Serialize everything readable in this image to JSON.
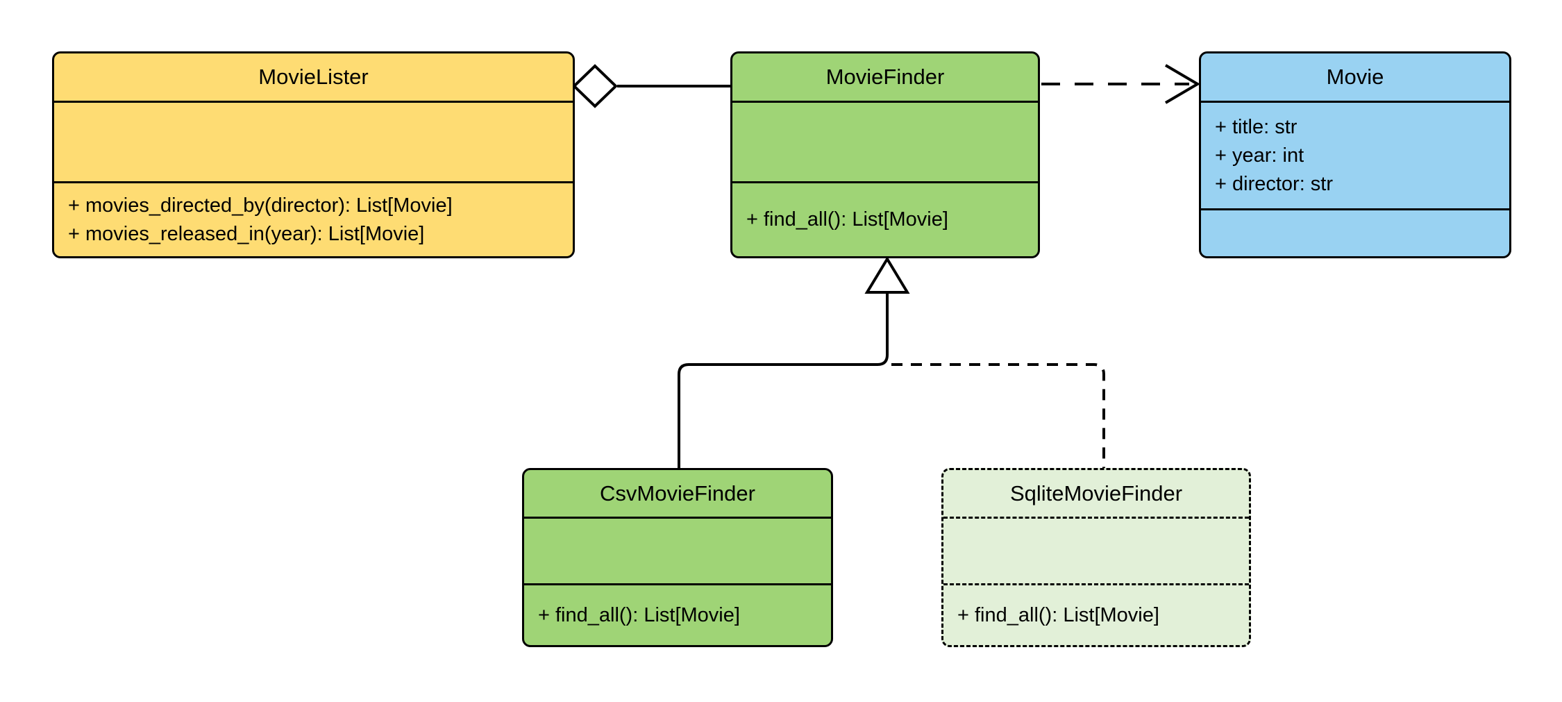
{
  "diagram": {
    "type": "uml-class-diagram",
    "background": "#ffffff",
    "text_color": "#000000",
    "line_color": "#000000",
    "hollow_fill": "#ffffff",
    "classes": [
      {
        "id": "movie_lister",
        "name": "MovieLister",
        "fill": "#FEDC73",
        "border_style": "solid",
        "attributes": [],
        "methods": [
          "+ movies_directed_by(director): List[Movie]",
          "+ movies_released_in(year): List[Movie]"
        ]
      },
      {
        "id": "movie_finder",
        "name": "MovieFinder",
        "fill": "#9FD476",
        "border_style": "solid",
        "attributes": [],
        "methods": [
          "+ find_all(): List[Movie]"
        ]
      },
      {
        "id": "movie",
        "name": "Movie",
        "fill": "#99D2F2",
        "border_style": "solid",
        "attributes": [
          "+ title: str",
          "+ year: int",
          "+ director: str"
        ],
        "methods": []
      },
      {
        "id": "csv_movie_finder",
        "name": "CsvMovieFinder",
        "fill": "#9FD476",
        "border_style": "solid",
        "attributes": [],
        "methods": [
          "+ find_all(): List[Movie]"
        ]
      },
      {
        "id": "sqlite_movie_finder",
        "name": "SqliteMovieFinder",
        "fill": "#E2F0D8",
        "border_style": "dashed",
        "attributes": [],
        "methods": [
          "+ find_all(): List[Movie]"
        ]
      }
    ],
    "relationships": [
      {
        "from": "MovieLister",
        "to": "MovieFinder",
        "type": "aggregation",
        "line": "solid",
        "marker": "hollow-diamond"
      },
      {
        "from": "MovieFinder",
        "to": "Movie",
        "type": "dependency",
        "line": "dashed",
        "marker": "open-arrow"
      },
      {
        "from": "CsvMovieFinder",
        "to": "MovieFinder",
        "type": "generalization",
        "line": "solid",
        "marker": "hollow-triangle"
      },
      {
        "from": "SqliteMovieFinder",
        "to": "MovieFinder",
        "type": "realization",
        "line": "dashed",
        "marker": "hollow-triangle"
      }
    ]
  }
}
